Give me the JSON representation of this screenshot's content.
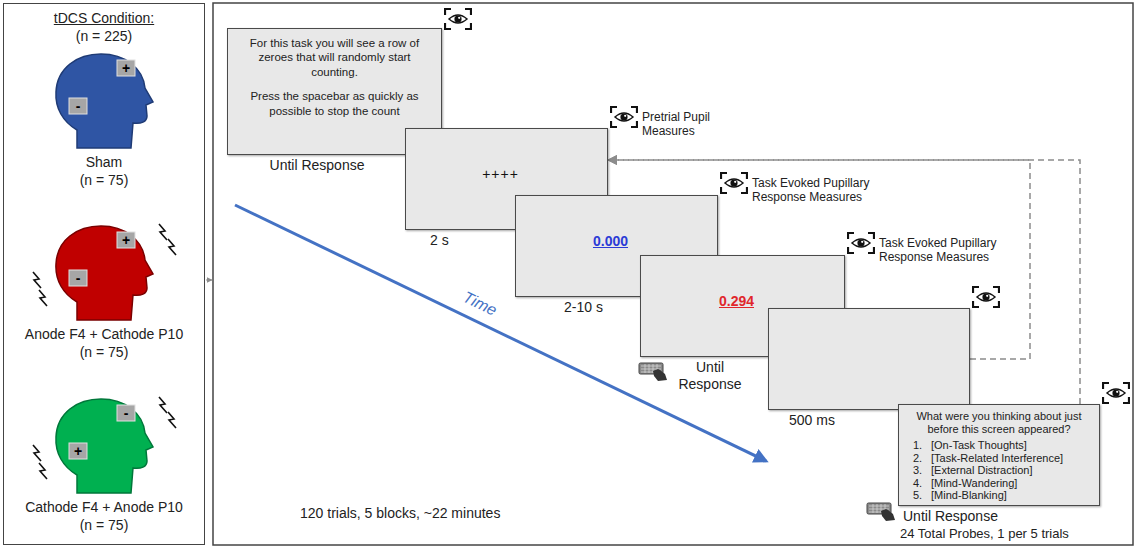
{
  "diagram": {
    "nodes": [
      {
        "text": [
          "tDCS Condition:",
          "(n = 225)"
        ]
      },
      {
        "text": [
          "+",
          "-",
          "Sham",
          "(n = 75)"
        ],
        "in": 0
      },
      {
        "text": [
          "+",
          "-",
          "Anode F4 + Cathode P10",
          "(n = 75)"
        ],
        "in": 0
      },
      {
        "text": [
          "-",
          "+",
          "Cathode F4 + Anode P10",
          "(n = 75)"
        ],
        "in": 0
      },
      {
        "text": [
          "For this task you will see a row of zeroes that will randomly start counting.",
          "Press the spacebar as quickly as possible to stop the count",
          "Until Response"
        ]
      },
      {
        "text": [
          "++++",
          "2 s"
        ]
      },
      {
        "text": [
          "0.000",
          "2-10 s"
        ]
      },
      {
        "text": [
          "0.294",
          "Until Response"
        ]
      },
      {
        "text": [
          "500 ms"
        ]
      },
      {
        "text": [
          "What were you thinking about just before this screen appeared?",
          "1.",
          "[On-Task Thoughts]",
          "2.",
          "[Task-Related Interference]",
          "3.",
          "[External Distraction]",
          "4.",
          "[Mind-Wandering]",
          "5.",
          "[Mind-Blanking]",
          "Until Response"
        ]
      }
    ],
    "edges": [
      {
        "from": 8,
        "to": 5,
        "arrow": "to"
      },
      {
        "from": 9,
        "to": 5,
        "arrow": "to"
      }
    ],
    "labels": [
      "Pretrial Pupil Measures",
      "Task Evoked Pupillary Response Measures",
      "Task Evoked Pupillary Response Measures",
      "Time",
      "120 trials, 5 blocks, ~22 minutes",
      "24 Total Probes, 1 per 5 trials"
    ]
  }
}
